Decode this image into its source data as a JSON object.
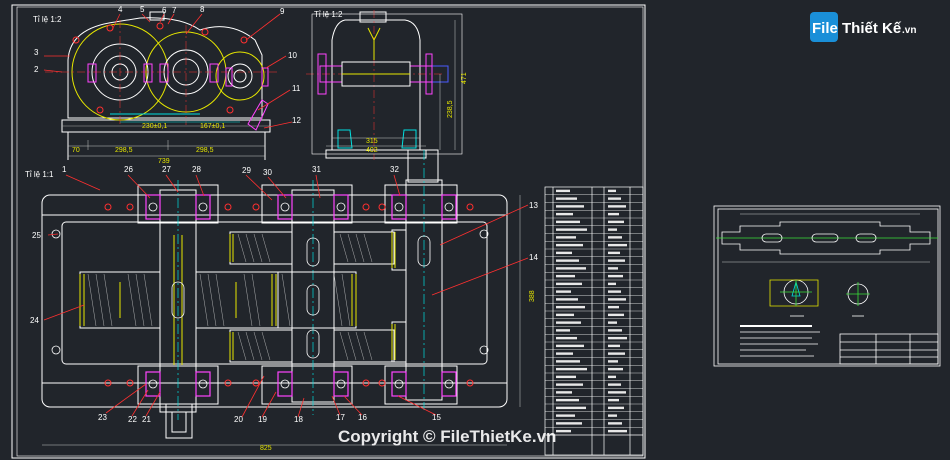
{
  "sheet": {
    "scale_top_left": "Tỉ lệ 1:2",
    "scale_top_right": "Tỉ lệ 1:2",
    "scale_main": "Tỉ lệ 1:1"
  },
  "dims": {
    "d230": "230±0,1",
    "d167": "167±0,1",
    "d70": "70",
    "d2985a": "298,5",
    "d2985b": "298,5",
    "d739": "739",
    "d471": "471",
    "d2385": "238,5",
    "d315": "315",
    "d402": "402",
    "d388": "388",
    "d825": "825"
  },
  "callouts": {
    "c1": "1",
    "c2": "2",
    "c3": "3",
    "c4": "4",
    "c5": "5",
    "c6": "6",
    "c7": "7",
    "c8": "8",
    "c9": "9",
    "c10": "10",
    "c11": "11",
    "c12": "12",
    "c13": "13",
    "c14": "14",
    "c15": "15",
    "c16": "16",
    "c17": "17",
    "c18": "18",
    "c19": "19",
    "c20": "20",
    "c21": "21",
    "c22": "22",
    "c23": "23",
    "c24": "24",
    "c25": "25",
    "c26": "26",
    "c27": "27",
    "c28": "28",
    "c29": "29",
    "c30": "30",
    "c31": "31",
    "c32": "32"
  },
  "logo": {
    "file": "File",
    "thiet": "Thiết Kế",
    "vn": ".vn"
  },
  "watermark": "Copyright © FileThietKe.vn",
  "colors": {
    "background": "#21252b",
    "frame": "#ffffff",
    "part": "#f2f2f2",
    "yellow": "#e6e600",
    "magenta": "#ff44ff",
    "red": "#ff3030",
    "cyan": "#00e0e0",
    "green": "#38e038",
    "blue": "#4a5cff"
  }
}
